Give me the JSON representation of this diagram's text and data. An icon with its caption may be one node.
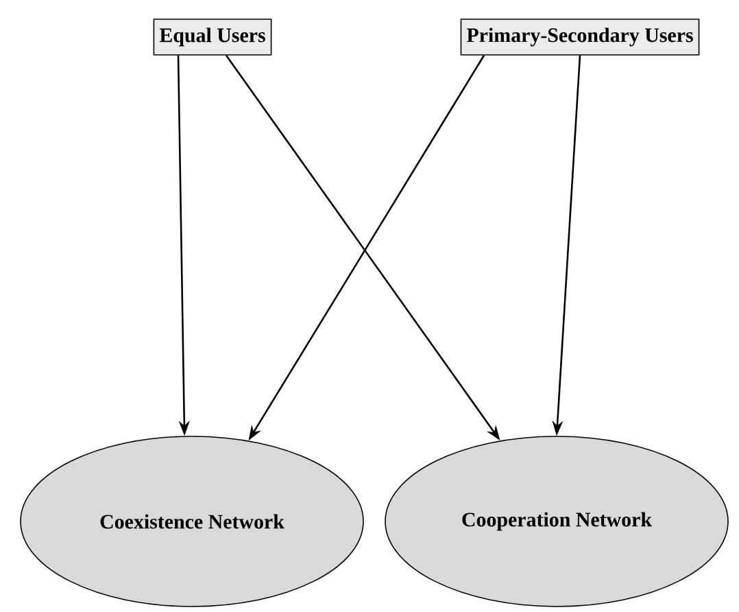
{
  "diagram": {
    "nodes": [
      {
        "text": [
          "Equal Users"
        ]
      },
      {
        "text": [
          "Primary-Secondary Users"
        ]
      },
      {
        "text": [
          "Coexistence Network"
        ]
      },
      {
        "text": [
          "Cooperation Network"
        ]
      }
    ],
    "edges": [
      {
        "from": 0,
        "to": 2,
        "arrow": "to"
      },
      {
        "from": 0,
        "to": 3,
        "arrow": "to"
      },
      {
        "from": 1,
        "to": 2,
        "arrow": "to"
      },
      {
        "from": 1,
        "to": 3,
        "arrow": "to"
      }
    ]
  }
}
